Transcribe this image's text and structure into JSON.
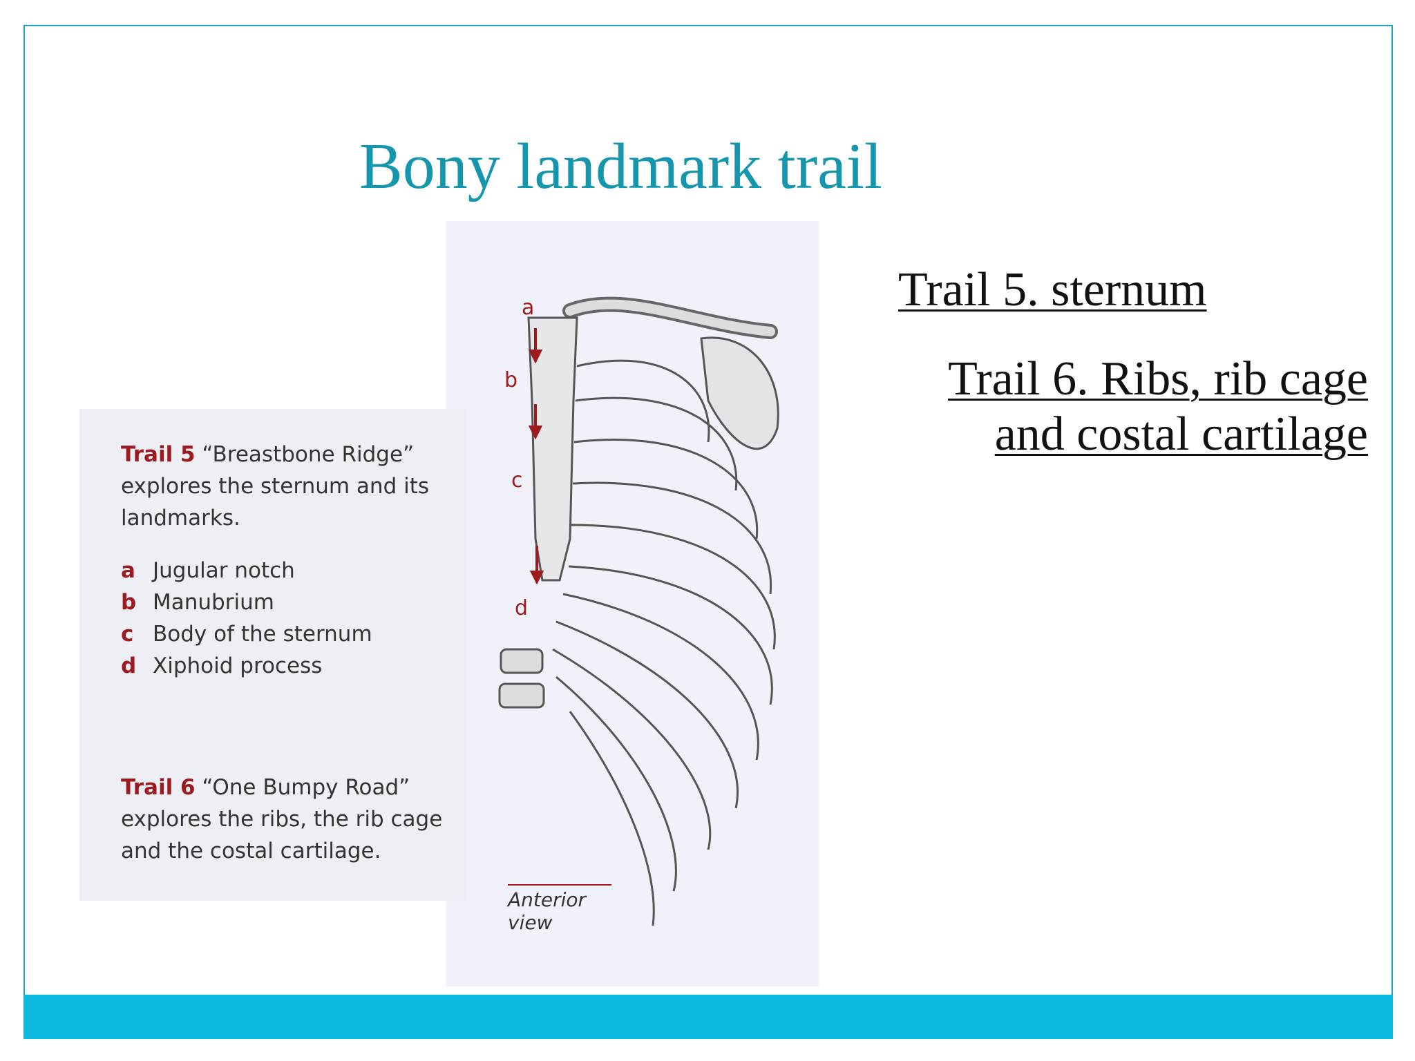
{
  "slide": {
    "title": "Bony landmark trail",
    "bullets": [
      "Trail 5. sternum",
      "Trail 6. Ribs, rib cage and costal cartilage"
    ]
  },
  "figure": {
    "trail5": {
      "heading": "Trail 5",
      "text": "“Breastbone Ridge” explores the sternum and its landmarks.",
      "items": [
        {
          "letter": "a",
          "label": "Jugular notch"
        },
        {
          "letter": "b",
          "label": "Manubrium"
        },
        {
          "letter": "c",
          "label": "Body of the sternum"
        },
        {
          "letter": "d",
          "label": "Xiphoid process"
        }
      ]
    },
    "trail6": {
      "heading": "Trail 6",
      "text": "“One Bumpy Road” explores the ribs, the rib cage and the costal cartilage."
    },
    "view_label": "Anterior view"
  },
  "colors": {
    "title": "#1596ad",
    "frame": "#1ea3b8",
    "footer_bar": "#0cb8dd",
    "legend_accent": "#9b1b1f"
  }
}
